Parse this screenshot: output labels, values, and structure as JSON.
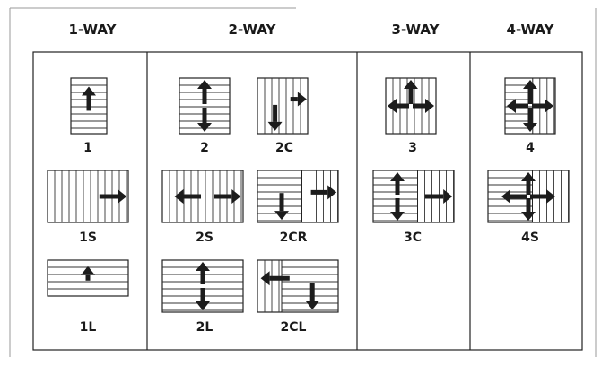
{
  "columns": [
    "1-WAY",
    "2-WAY",
    "3-WAY",
    "4-WAY"
  ],
  "panels": [
    {
      "code": "1",
      "lines": "h",
      "arrows": [
        "up"
      ]
    },
    {
      "code": "1S",
      "lines": "v",
      "arrows": [
        "right"
      ]
    },
    {
      "code": "1L",
      "lines": "h",
      "arrows": [
        "up"
      ]
    },
    {
      "code": "2",
      "lines": "h",
      "arrows": [
        "up",
        "down"
      ]
    },
    {
      "code": "2C",
      "lines": "v",
      "arrows": [
        "right",
        "down"
      ]
    },
    {
      "code": "2S",
      "lines": "v",
      "arrows": [
        "left",
        "right"
      ]
    },
    {
      "code": "2CR",
      "lines": "hv",
      "arrows": [
        "down",
        "right"
      ]
    },
    {
      "code": "2L",
      "lines": "h",
      "arrows": [
        "up",
        "down"
      ]
    },
    {
      "code": "2CL",
      "lines": "vh",
      "arrows": [
        "left",
        "down"
      ]
    },
    {
      "code": "3",
      "lines": "v",
      "arrows": [
        "up",
        "left",
        "right"
      ]
    },
    {
      "code": "3C",
      "lines": "hv",
      "arrows": [
        "up",
        "down",
        "right"
      ]
    },
    {
      "code": "4",
      "lines": "hv",
      "arrows": [
        "up",
        "down",
        "left",
        "right"
      ]
    },
    {
      "code": "4S",
      "lines": "hv",
      "arrows": [
        "up",
        "down",
        "left",
        "right"
      ]
    }
  ]
}
